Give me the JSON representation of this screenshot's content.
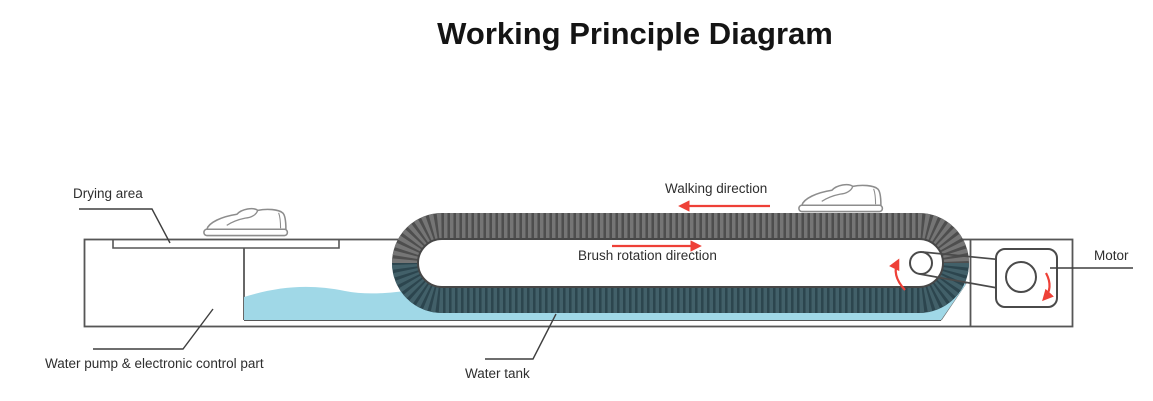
{
  "title": "Working Principle Diagram",
  "labels": {
    "drying_area": "Drying area",
    "walking_direction": "Walking direction",
    "brush_rotation": "Brush rotation direction",
    "motor": "Motor",
    "water_pump": "Water pump & electronic control part",
    "water_tank": "Water tank"
  },
  "colors": {
    "water": "#a0d8e7",
    "brush_top_bristle": "#757575",
    "brush_top_gap": "#4e4e4e",
    "brush_bottom_bristle": "#426069",
    "brush_bottom_gap": "#2c454e",
    "arrow_red": "#ee4037",
    "outline": "#515151"
  }
}
